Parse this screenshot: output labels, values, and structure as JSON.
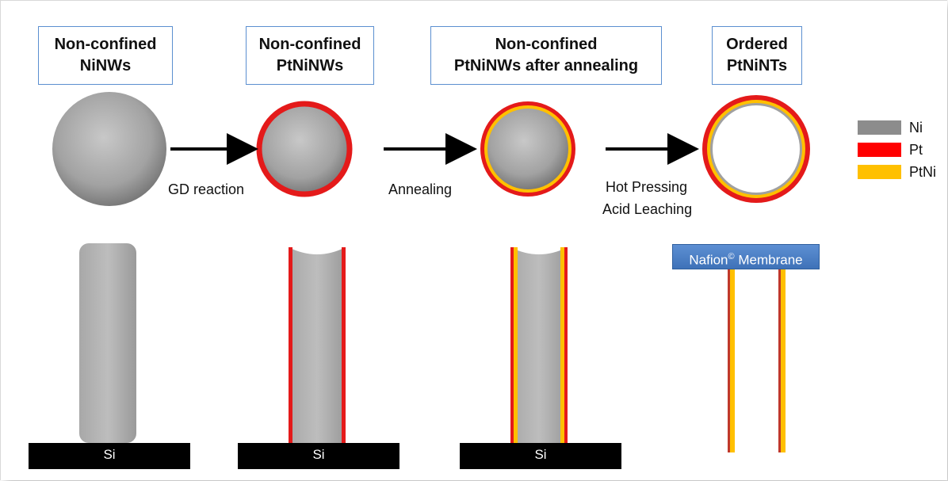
{
  "labels": {
    "stage1": {
      "line1": "Non-confined",
      "line2": "NiNWs"
    },
    "stage2": {
      "line1": "Non-confined",
      "line2": "PtNiNWs"
    },
    "stage3": {
      "line1": "Non-confined",
      "line2": "PtNiNWs after annealing"
    },
    "stage4": {
      "line1": "Ordered",
      "line2": "PtNiNTs"
    }
  },
  "arrows": {
    "step1": "GD reaction",
    "step2": "Annealing",
    "step3_line1": "Hot Pressing",
    "step3_line2": "Acid Leaching"
  },
  "substrate": "Si",
  "membrane": {
    "text": "Nafion",
    "superscript": "©",
    "suffix": " Membrane"
  },
  "legend": [
    {
      "label": "Ni",
      "color": "#8c8c8c"
    },
    {
      "label": "Pt",
      "color": "#ff0000"
    },
    {
      "label": "PtNi",
      "color": "#ffc000"
    }
  ],
  "colors": {
    "ni": "#9a9a9a",
    "pt": "#e41a1a",
    "ptni": "#ffc000",
    "arrow": "#000000"
  }
}
